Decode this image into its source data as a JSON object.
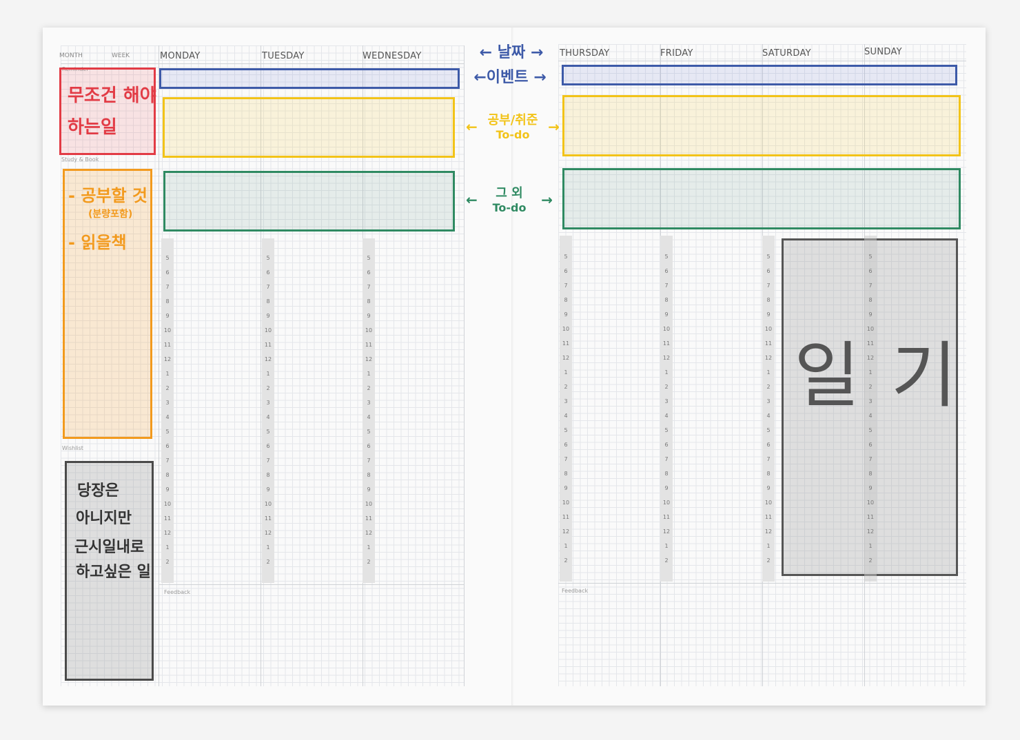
{
  "left_page": {
    "month_label": "MONTH",
    "week_label": "WEEK",
    "days": [
      "MONDAY",
      "TUESDAY",
      "WEDNESDAY"
    ],
    "section_labels": {
      "reminder": "Reminder",
      "study": "Study & Book",
      "wishlist": "Wishlist",
      "feedback": "Feedback"
    },
    "notes": {
      "must_do": [
        "무조건 해야",
        "하는일"
      ],
      "study": [
        "- 공부할 것",
        "(분량포함)",
        "- 읽을책"
      ],
      "someday": [
        "당장은",
        "아니지만",
        "근시일내로",
        "하고싶은 일"
      ]
    }
  },
  "right_page": {
    "days": [
      "THURSDAY",
      "FRIDAY",
      "SATURDAY",
      "SUNDAY"
    ],
    "feedback_label": "Feedback",
    "diary": "일 기"
  },
  "annotations": {
    "date": "← 날짜 →",
    "event": "←이벤트 →",
    "study_job": [
      "공부/취준",
      "To-do"
    ],
    "other": [
      "그 외",
      "To-do"
    ]
  },
  "hours": [
    "5",
    "6",
    "7",
    "8",
    "9",
    "10",
    "11",
    "12",
    "1",
    "2",
    "3",
    "4",
    "5",
    "6",
    "7",
    "8",
    "9",
    "10",
    "11",
    "12",
    "1",
    "2"
  ],
  "colors": {
    "event": "#3d5aa8",
    "study": "#f2c318",
    "other": "#2f8a62",
    "must_do": "#e23b45",
    "study_book": "#f29a1e",
    "someday": "#4a4a4a",
    "diary": "#555555"
  }
}
